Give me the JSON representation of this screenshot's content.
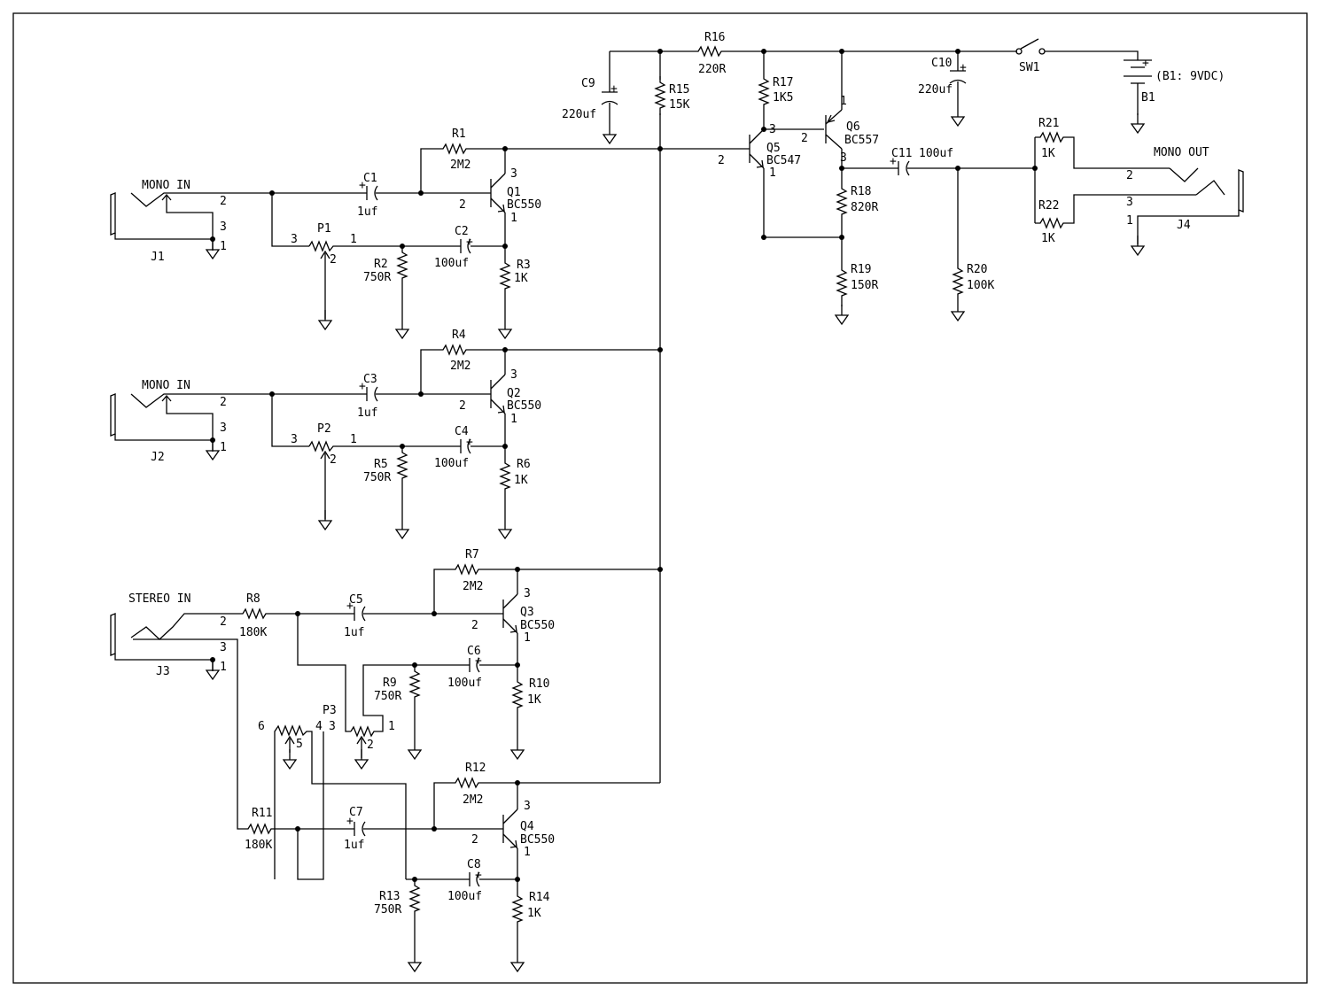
{
  "labels": {
    "j1_title": "MONO IN",
    "j2_title": "MONO IN",
    "j3_title": "STEREO IN",
    "j4_title": "MONO OUT",
    "battery_note": "(B1: 9VDC)",
    "battery_plus": "+"
  },
  "connectors": [
    {
      "ref": "J1",
      "pins": [
        "2",
        "3",
        "1"
      ]
    },
    {
      "ref": "J2",
      "pins": [
        "2",
        "3",
        "1"
      ]
    },
    {
      "ref": "J3",
      "pins": [
        "2",
        "3",
        "1"
      ]
    },
    {
      "ref": "J4",
      "pins": [
        "2",
        "3",
        "1"
      ]
    }
  ],
  "resistors": [
    {
      "ref": "R1",
      "value": "2M2"
    },
    {
      "ref": "R2",
      "value": "750R"
    },
    {
      "ref": "R3",
      "value": "1K"
    },
    {
      "ref": "R4",
      "value": "2M2"
    },
    {
      "ref": "R5",
      "value": "750R"
    },
    {
      "ref": "R6",
      "value": "1K"
    },
    {
      "ref": "R7",
      "value": "2M2"
    },
    {
      "ref": "R8",
      "value": "180K"
    },
    {
      "ref": "R9",
      "value": "750R"
    },
    {
      "ref": "R10",
      "value": "1K"
    },
    {
      "ref": "R11",
      "value": "180K"
    },
    {
      "ref": "R12",
      "value": "2M2"
    },
    {
      "ref": "R13",
      "value": "750R"
    },
    {
      "ref": "R14",
      "value": "1K"
    },
    {
      "ref": "R15",
      "value": "15K"
    },
    {
      "ref": "R16",
      "value": "220R"
    },
    {
      "ref": "R17",
      "value": "1K5"
    },
    {
      "ref": "R18",
      "value": "820R"
    },
    {
      "ref": "R19",
      "value": "150R"
    },
    {
      "ref": "R20",
      "value": "100K"
    },
    {
      "ref": "R21",
      "value": "1K"
    },
    {
      "ref": "R22",
      "value": "1K"
    }
  ],
  "capacitors": [
    {
      "ref": "C1",
      "value": "1uf"
    },
    {
      "ref": "C2",
      "value": "100uf"
    },
    {
      "ref": "C3",
      "value": "1uf"
    },
    {
      "ref": "C4",
      "value": "100uf"
    },
    {
      "ref": "C5",
      "value": "1uf"
    },
    {
      "ref": "C6",
      "value": "100uf"
    },
    {
      "ref": "C7",
      "value": "1uf"
    },
    {
      "ref": "C8",
      "value": "100uf"
    },
    {
      "ref": "C9",
      "value": "220uf"
    },
    {
      "ref": "C10",
      "value": "220uf"
    },
    {
      "ref": "C11",
      "value": "100uf"
    }
  ],
  "transistors": [
    {
      "ref": "Q1",
      "type": "BC550",
      "pins": [
        "3",
        "2",
        "1"
      ]
    },
    {
      "ref": "Q2",
      "type": "BC550",
      "pins": [
        "3",
        "2",
        "1"
      ]
    },
    {
      "ref": "Q3",
      "type": "BC550",
      "pins": [
        "3",
        "2",
        "1"
      ]
    },
    {
      "ref": "Q4",
      "type": "BC550",
      "pins": [
        "3",
        "2",
        "1"
      ]
    },
    {
      "ref": "Q5",
      "type": "BC547",
      "pins": [
        "3",
        "2",
        "1"
      ]
    },
    {
      "ref": "Q6",
      "type": "BC557",
      "pins": [
        "1",
        "2",
        "3"
      ]
    }
  ],
  "pots": [
    {
      "ref": "P1",
      "pins": [
        "3",
        "1",
        "2"
      ]
    },
    {
      "ref": "P2",
      "pins": [
        "3",
        "1",
        "2"
      ]
    },
    {
      "ref": "P3",
      "pins": [
        "6",
        "4",
        "5",
        "3",
        "1",
        "2"
      ]
    }
  ],
  "misc": {
    "switch_ref": "SW1",
    "battery_ref": "B1"
  },
  "cap_plus": "+"
}
